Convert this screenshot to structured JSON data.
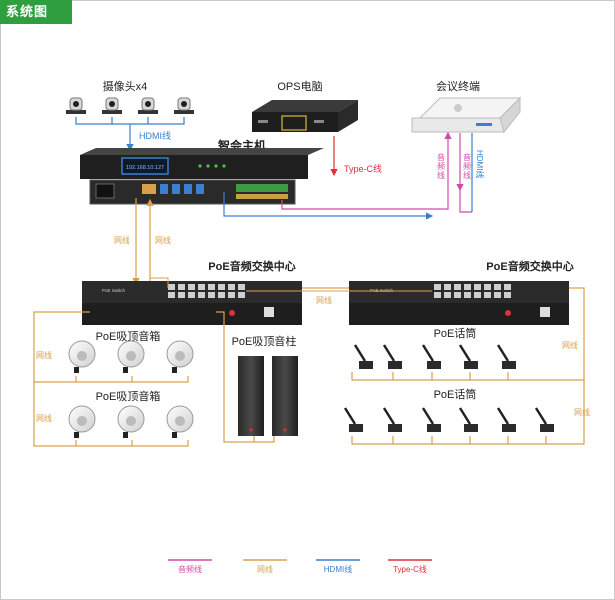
{
  "title": "系统图",
  "devices": {
    "cameras": "摄像头x4",
    "ops_pc": "OPS电脑",
    "conference_terminal": "会议终端",
    "main_host": "智会主机",
    "host_display": "192.168.10.127",
    "poe_switch_left": "PoE音频交换中心",
    "poe_switch_right": "PoE音频交换中心",
    "switch_brand": "PoE Switch",
    "ceiling_speaker_1": "PoE吸顶音箱",
    "ceiling_speaker_2": "PoE吸顶音箱",
    "column_speaker": "PoE吸顶音柱",
    "mic_group_1": "PoE话筒",
    "mic_group_2": "PoE话筒"
  },
  "links": {
    "hdmi": "HDMI线",
    "typec": "Type-C线",
    "audio_a": "音频线",
    "audio_b": "音频线",
    "hdmi_vertical": "HDMI线",
    "net_a": "网线",
    "net_b": "网线",
    "net_mid": "网线",
    "net_left_1": "网线",
    "net_left_2": "网线",
    "net_right_1": "网线",
    "net_right_2": "网线"
  },
  "legend": [
    {
      "label": "音频线",
      "color": "#d04aa8"
    },
    {
      "label": "网线",
      "color": "#d9a04a"
    },
    {
      "label": "HDMI线",
      "color": "#3a7fd0"
    },
    {
      "label": "Type-C线",
      "color": "#e0303a"
    }
  ],
  "colors": {
    "audio": "#d04aa8",
    "network": "#d9a04a",
    "hdmi": "#3a7fd0",
    "typec": "#e0303a",
    "accent": "#2f9e3f"
  }
}
